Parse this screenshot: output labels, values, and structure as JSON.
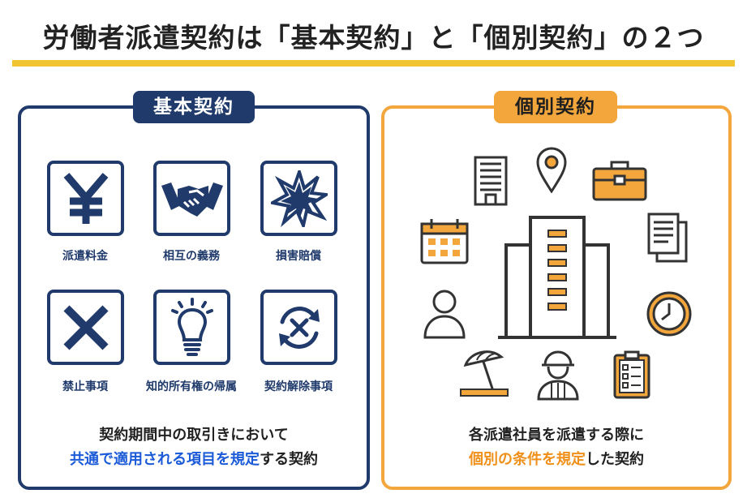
{
  "title": "労働者派遣契約は「基本契約」と「個別契約」の２つ",
  "left_panel": {
    "badge": "基本契約",
    "items": [
      {
        "label": "派遣料金",
        "icon": "yen-icon"
      },
      {
        "label": "相互の義務",
        "icon": "handshake-icon"
      },
      {
        "label": "損害賠償",
        "icon": "burst-icon"
      },
      {
        "label": "禁止事項",
        "icon": "cross-icon"
      },
      {
        "label": "知的所有権の帰属",
        "icon": "lightbulb-icon"
      },
      {
        "label": "契約解除事項",
        "icon": "cancel-cycle-icon"
      }
    ],
    "summary_line1": "契約期間中の取引きにおいて",
    "summary_line2_highlight": "共通で適用される項目を規定",
    "summary_line2_rest": "する契約"
  },
  "right_panel": {
    "badge": "個別契約",
    "icons": [
      "office-building-icon",
      "location-pin-icon",
      "briefcase-icon",
      "calendar-icon",
      "documents-icon",
      "person-icon",
      "clock-icon",
      "beach-umbrella-icon",
      "construction-worker-icon",
      "clipboard-checklist-icon",
      "tall-building-icon"
    ],
    "summary_line1": "各派遣社員を派遣する際に",
    "summary_line2_highlight": "個別の条件を規定",
    "summary_line2_rest": "した契約"
  },
  "colors": {
    "navy": "#1f3a6b",
    "orange": "#f2a63c",
    "yellow_rule": "#f0c530",
    "blue_text": "#1c5bd8",
    "orange_text": "#f0901a"
  }
}
